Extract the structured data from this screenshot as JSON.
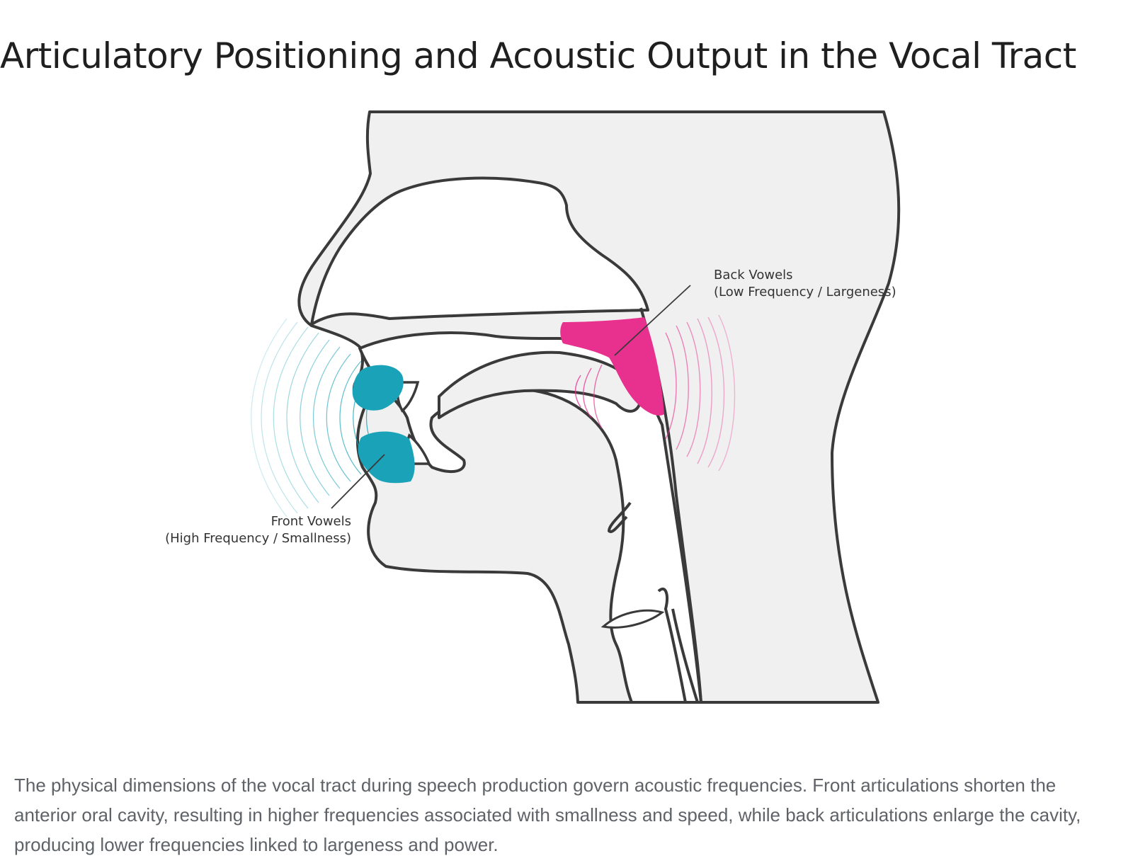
{
  "title": "Articulatory Positioning and Acoustic Output in the Vocal Tract",
  "diagram": {
    "back_vowels": {
      "line1": "Back Vowels",
      "line2": "(Low Frequency / Largeness)",
      "color": "#e8308e"
    },
    "front_vowels": {
      "line1": "Front Vowels",
      "line2": "(High Frequency / Smallness)",
      "color": "#1aa3b8"
    },
    "outline_color": "#3a3a3a",
    "fill_color": "#f0f0f0"
  },
  "caption": "The physical dimensions of the vocal tract during speech production govern acoustic frequencies. Front articulations shorten the anterior oral cavity, resulting in higher frequencies associated with smallness and speed, while back articulations enlarge the cavity, producing lower frequencies linked to largeness and power."
}
